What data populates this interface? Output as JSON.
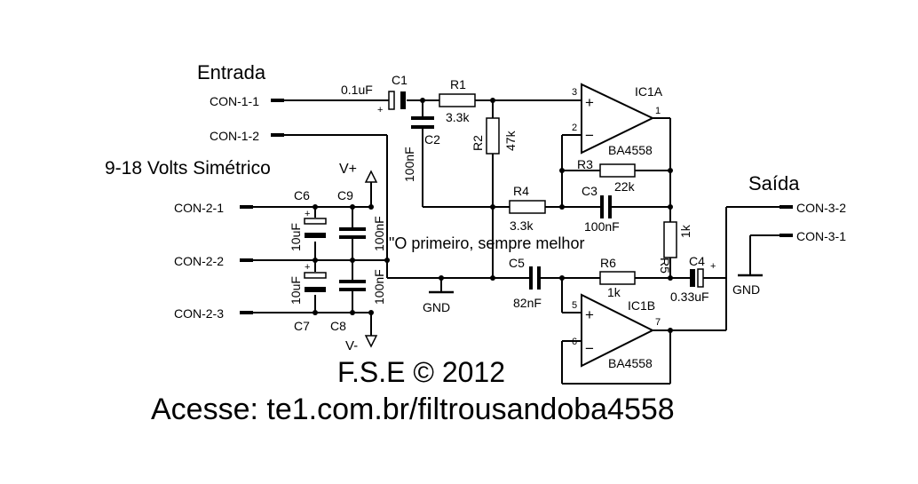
{
  "labels": {
    "entrada": "Entrada",
    "saida": "Saída",
    "supply": "9-18 Volts Simétrico",
    "vplus": "V+",
    "vminus": "V-",
    "con_1_1": "CON-1-1",
    "con_1_2": "CON-1-2",
    "con_2_1": "CON-2-1",
    "con_2_2": "CON-2-2",
    "con_2_3": "CON-2-3",
    "con_3_1": "CON-3-1",
    "con_3_2": "CON-3-2",
    "gnd": "GND",
    "quote": "\"O primeiro, sempre melhor",
    "credit": "F.S.E © 2012",
    "url": "Acesse: te1.com.br/filtrousandoba4558",
    "plus": "+",
    "minus": "−"
  },
  "components": {
    "c1": {
      "ref": "C1",
      "value": "0.1uF"
    },
    "c2": {
      "ref": "C2",
      "value": "100nF"
    },
    "c3": {
      "ref": "C3",
      "value": "100nF"
    },
    "c4": {
      "ref": "C4",
      "value": "0.33uF"
    },
    "c5": {
      "ref": "C5",
      "value": "82nF"
    },
    "c6": {
      "ref": "C6",
      "value": "10uF"
    },
    "c7": {
      "ref": "C7",
      "value": "10uF"
    },
    "c8": {
      "ref": "C8",
      "value": "100nF"
    },
    "c9": {
      "ref": "C9",
      "value": "100nF"
    },
    "r1": {
      "ref": "R1",
      "value": "3.3k"
    },
    "r2": {
      "ref": "R2",
      "value": "47k"
    },
    "r3": {
      "ref": "R3",
      "value": "22k"
    },
    "r4": {
      "ref": "R4",
      "value": "3.3k"
    },
    "r5": {
      "ref": "R5",
      "value": "1k"
    },
    "r6": {
      "ref": "R6",
      "value": "1k"
    },
    "ic1a": {
      "ref": "IC1A",
      "part": "BA4558",
      "pin_plus": "3",
      "pin_minus": "2",
      "pin_out": "1"
    },
    "ic1b": {
      "ref": "IC1B",
      "part": "BA4558",
      "pin_plus": "5",
      "pin_minus": "6",
      "pin_out": "7"
    }
  }
}
